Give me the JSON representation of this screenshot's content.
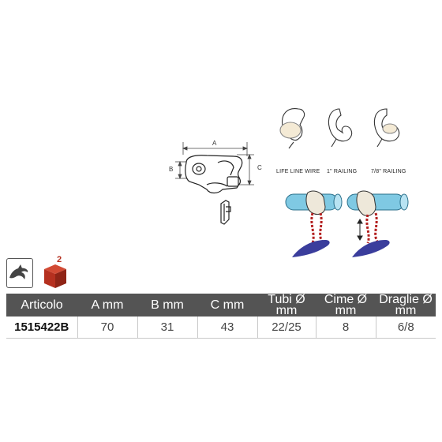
{
  "diagram": {
    "dimension_labels": {
      "a": "A",
      "b": "B",
      "c": "C"
    },
    "callouts": [
      "LIFE LINE WIRE",
      "1\" RAILING",
      "7/8\" RAILING"
    ]
  },
  "icons": {
    "dolphin": "dolphin-icon",
    "package": "package-box-icon",
    "package_count": "2"
  },
  "colors": {
    "header_bg": "#545454",
    "header_text": "#ffffff",
    "package_red": "#b5301f",
    "tube_blue": "#7fc9e3",
    "rope_red": "#b32020",
    "sail_blue": "#3a3d9c"
  },
  "table": {
    "columns": [
      "Articolo",
      "A mm",
      "B mm",
      "C mm",
      "Tubi Ø mm",
      "Cime Ø mm",
      "Draglie Ø mm"
    ],
    "rows": [
      [
        "1515422B",
        "70",
        "31",
        "43",
        "22/25",
        "8",
        "6/8"
      ]
    ]
  }
}
